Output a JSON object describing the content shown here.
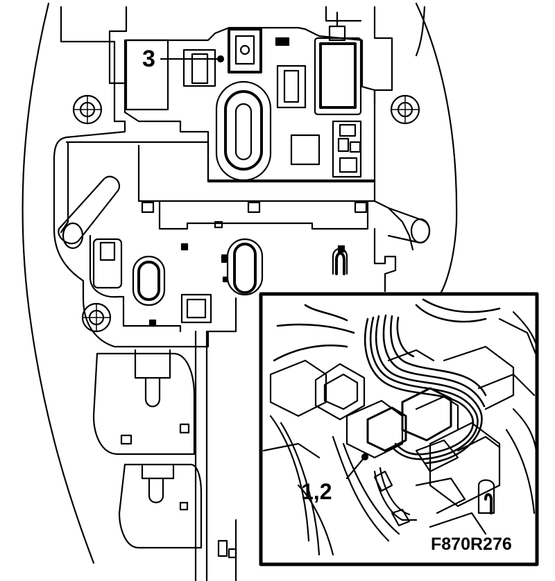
{
  "callouts": {
    "label_3": "3",
    "label_1_2": "1,2"
  },
  "figure_id": "F870R276",
  "colors": {
    "line": "#000000",
    "background": "#ffffff"
  }
}
